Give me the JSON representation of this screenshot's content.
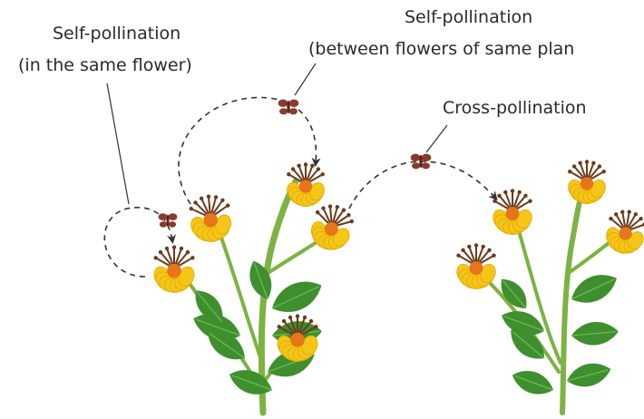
{
  "labels": {
    "self_same_flower_line1": "Self-pollination",
    "self_same_flower_line2": "(in the same flower)",
    "self_same_plant_line1": "Self-pollination",
    "self_same_plant_line2": "(between flowers of same plan",
    "cross": "Cross-pollination"
  },
  "colors": {
    "stem": "#7cb342",
    "leaf": "#3f8f2f",
    "leaf_light": "#6abf4b",
    "petal": "#f5c518",
    "petal_edge": "#e0a800",
    "center": "#e8741c",
    "stamen": "#6b3a1a",
    "insect": "#8a3b2b",
    "arrow": "#333333"
  },
  "icons": {
    "insect": "pollinator-insect-icon",
    "flower": "flower-icon",
    "leaf": "leaf-icon"
  }
}
